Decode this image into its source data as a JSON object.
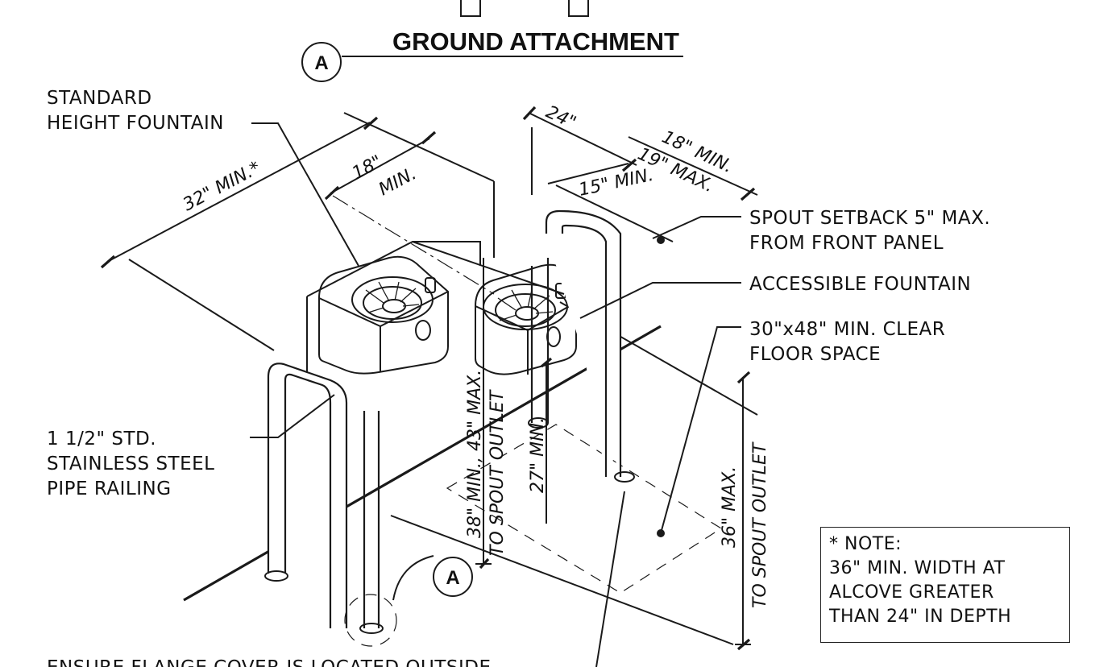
{
  "title": "GROUND ATTACHMENT",
  "detail_marker": "A",
  "callouts": {
    "standard_fountain": [
      "STANDARD",
      "HEIGHT FOUNTAIN"
    ],
    "spout_setback": [
      "SPOUT SETBACK 5\" MAX.",
      "FROM FRONT PANEL"
    ],
    "accessible_fountain": "ACCESSIBLE FOUNTAIN",
    "clear_floor": [
      "30\"x48\" MIN. CLEAR",
      "FLOOR SPACE"
    ],
    "pipe_railing": [
      "1 1/2\" STD.",
      "STAINLESS STEEL",
      "PIPE RAILING"
    ],
    "flange_note": "ENSURE FLANGE COVER IS LOCATED OUTSIDE"
  },
  "dimensions": {
    "width_32": "32\" MIN.*",
    "depth_18": "18\"",
    "depth_18_min": "MIN.",
    "offset_24": "24\"",
    "knee_18": "18\" MIN.",
    "knee_19": "19\" MAX.",
    "knee_15": "15\" MIN.",
    "height_38_43": "38\" MIN., 43\" MAX.",
    "to_spout_left": "TO SPOUT OUTLET",
    "knee_27": "27\" MIN.",
    "height_36": "36\" MAX.",
    "to_spout_right": "TO SPOUT OUTLET"
  },
  "note_box": [
    "* NOTE:",
    "36\" MIN. WIDTH AT",
    "ALCOVE GREATER",
    "THAN 24\" IN DEPTH"
  ]
}
